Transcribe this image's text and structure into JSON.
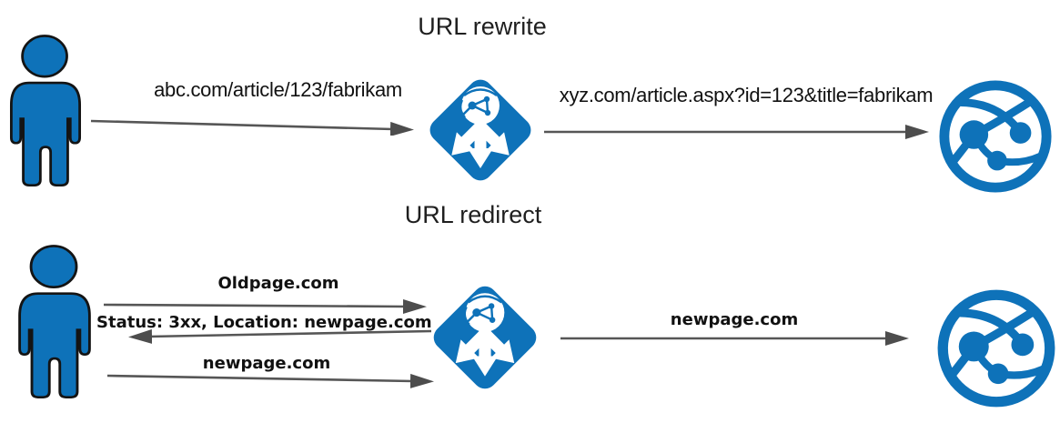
{
  "colors": {
    "azure_blue": "#0e72b9",
    "arrow_gray": "#565656",
    "text_dark": "#1f1f1f"
  },
  "icons": {
    "user": "person-silhouette",
    "application_gateway": "blue-diamond-globe-three-way-arrow",
    "web_app": "globe-network-sphere"
  },
  "rewrite_section": {
    "title": "URL rewrite",
    "request_arrow": {
      "label": "abc.com/article/123/fabrikam",
      "direction": "right"
    },
    "rewritten_arrow": {
      "label": "xyz.com/article.aspx?id=123&title=fabrikam",
      "direction": "right"
    }
  },
  "redirect_section": {
    "title": "URL redirect",
    "client_arrows": [
      {
        "label": "Oldpage.com",
        "direction": "right"
      },
      {
        "label": "Status: 3xx, Location: newpage.com",
        "direction": "left"
      },
      {
        "label": "newpage.com",
        "direction": "right"
      }
    ],
    "forward_arrow": {
      "label": "newpage.com",
      "direction": "right"
    }
  }
}
